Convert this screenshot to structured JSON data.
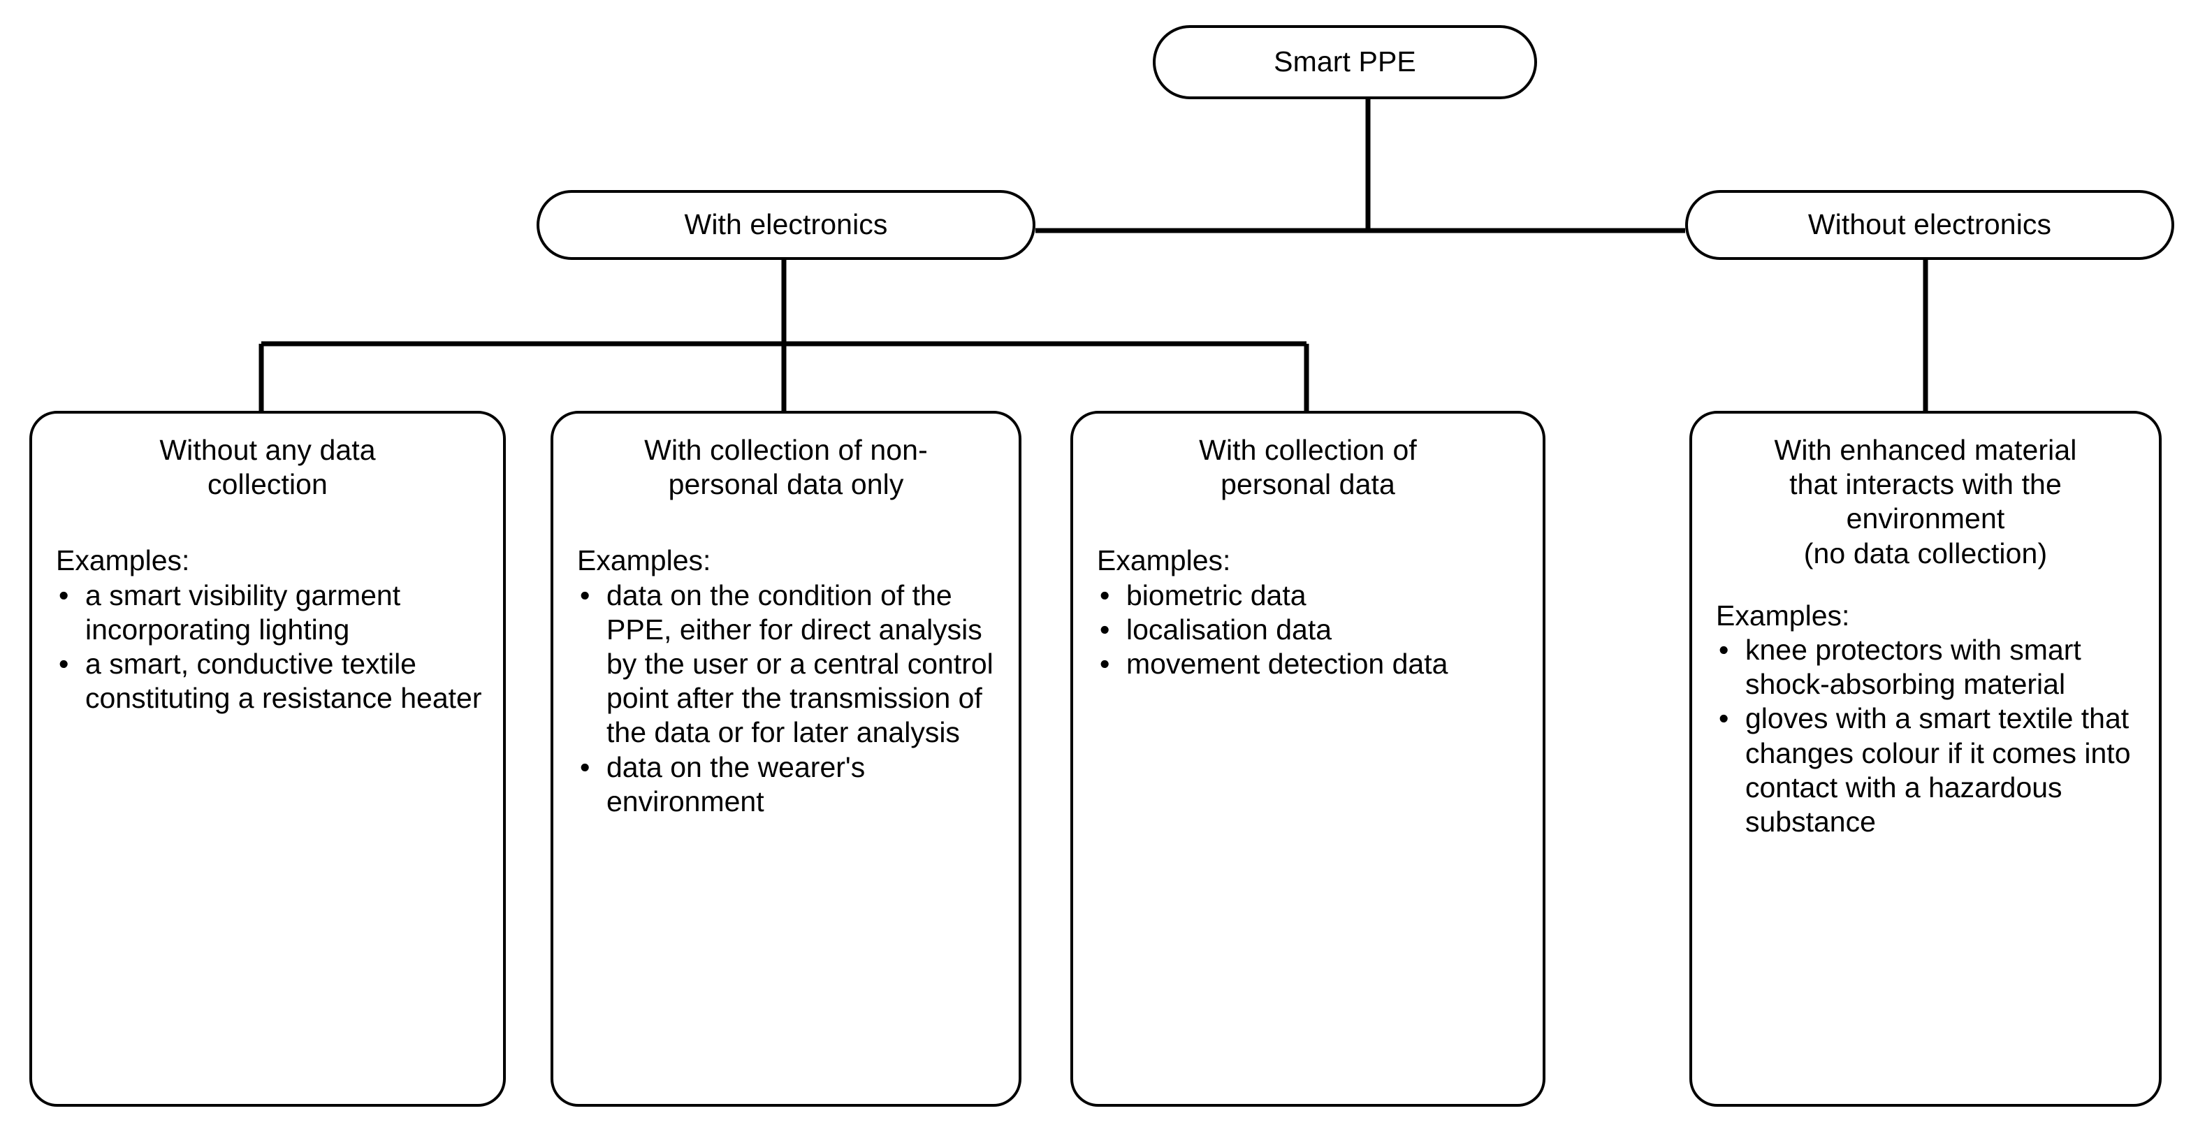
{
  "diagram": {
    "type": "hierarchy-tree",
    "title": "Smart PPE classification tree",
    "examples_label": "Examples:",
    "bullet_glyph": "•",
    "colors": {
      "stroke": "#000000",
      "background": "#ffffff",
      "text": "#000000"
    },
    "root": {
      "label": "Smart PPE"
    },
    "level2": [
      {
        "label": "With electronics"
      },
      {
        "label": "Without electronics"
      }
    ],
    "leaves": [
      {
        "title": "Without any data\ncollection",
        "examples_label": "Examples:",
        "items": [
          "a smart visibility garment incorporating lighting",
          "a smart, conductive textile constituting a resistance heater"
        ]
      },
      {
        "title": "With collection of non-\npersonal data only",
        "examples_label": "Examples:",
        "items": [
          "data on the condition of the PPE, either for direct analysis by the user or a central control point after the transmission of the data or for later analysis",
          "data on the wearer's environment"
        ]
      },
      {
        "title": "With collection of\npersonal data",
        "examples_label": "Examples:",
        "items": [
          "biometric data",
          "localisation data",
          "movement detection data"
        ]
      },
      {
        "title": "With enhanced material\nthat interacts with the\nenvironment\n(no data collection)",
        "examples_label": "Examples:",
        "items": [
          "knee protectors with smart shock-absorbing material",
          "gloves with a smart textile that changes colour if it comes into contact with a hazardous substance"
        ]
      }
    ]
  }
}
